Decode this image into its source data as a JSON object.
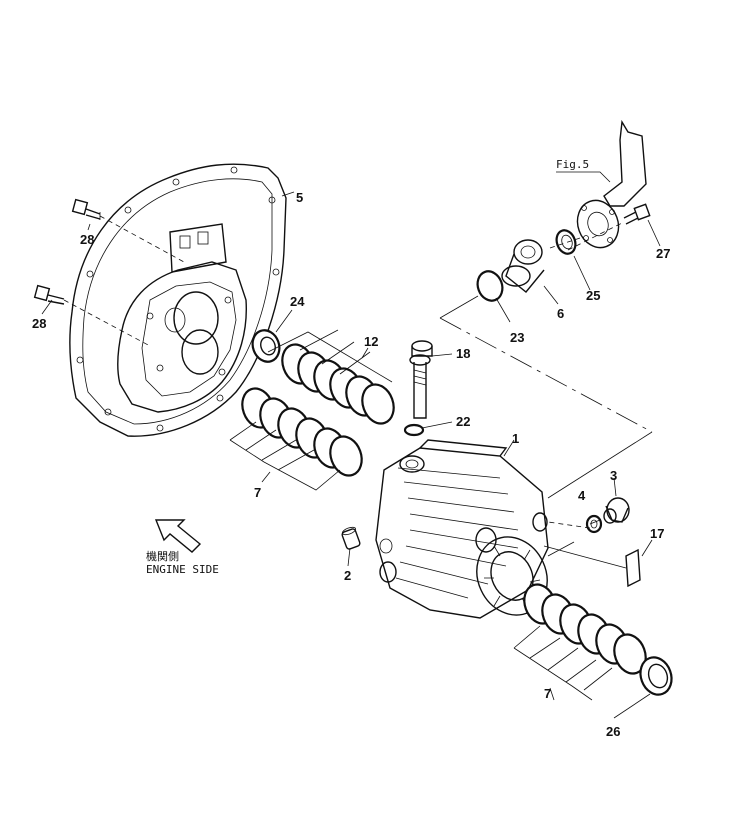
{
  "callouts": {
    "p1": "1",
    "p2": "2",
    "p3": "3",
    "p4": "4",
    "p5": "5",
    "p6": "6",
    "p7a": "7",
    "p7b": "7",
    "p12": "12",
    "p17": "17",
    "p18": "18",
    "p22": "22",
    "p23": "23",
    "p24": "24",
    "p25": "25",
    "p26": "26",
    "p27": "27",
    "p28a": "28",
    "p28b": "28"
  },
  "figure_ref": "Fig.5",
  "engine_side": {
    "jp": "機関側",
    "en": "ENGINE SIDE"
  }
}
